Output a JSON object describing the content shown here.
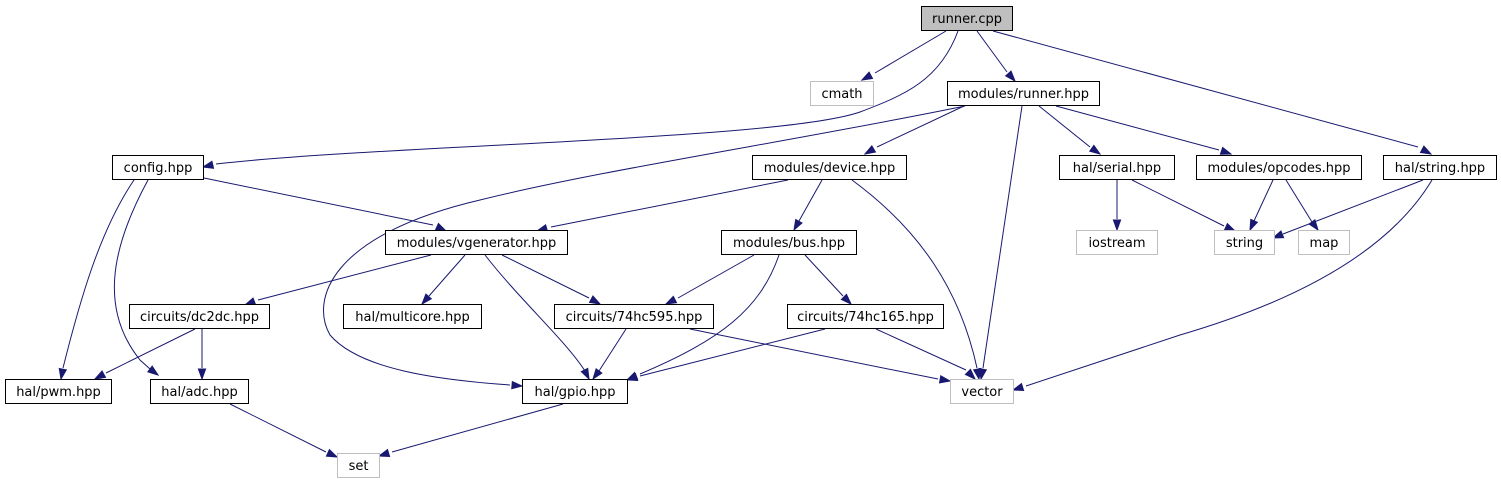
{
  "diagram": {
    "type": "include-dependency-graph",
    "colors": {
      "edge": "#191970",
      "root_fill": "#bfbfbf",
      "node_border": "#000000",
      "external_border": "#bfbfbf"
    },
    "nodes": [
      {
        "id": "runner_cpp",
        "label": "runner.cpp",
        "kind": "root"
      },
      {
        "id": "cmath",
        "label": "cmath",
        "kind": "external"
      },
      {
        "id": "modules_runner",
        "label": "modules/runner.hpp",
        "kind": "internal"
      },
      {
        "id": "config",
        "label": "config.hpp",
        "kind": "internal"
      },
      {
        "id": "modules_device",
        "label": "modules/device.hpp",
        "kind": "internal"
      },
      {
        "id": "hal_serial",
        "label": "hal/serial.hpp",
        "kind": "internal"
      },
      {
        "id": "modules_opcodes",
        "label": "modules/opcodes.hpp",
        "kind": "internal"
      },
      {
        "id": "hal_string",
        "label": "hal/string.hpp",
        "kind": "internal"
      },
      {
        "id": "modules_vgenerator",
        "label": "modules/vgenerator.hpp",
        "kind": "internal"
      },
      {
        "id": "modules_bus",
        "label": "modules/bus.hpp",
        "kind": "internal"
      },
      {
        "id": "iostream",
        "label": "iostream",
        "kind": "external"
      },
      {
        "id": "string",
        "label": "string",
        "kind": "external"
      },
      {
        "id": "map",
        "label": "map",
        "kind": "external"
      },
      {
        "id": "circuits_dc2dc",
        "label": "circuits/dc2dc.hpp",
        "kind": "internal"
      },
      {
        "id": "hal_multicore",
        "label": "hal/multicore.hpp",
        "kind": "internal"
      },
      {
        "id": "circuits_74hc595",
        "label": "circuits/74hc595.hpp",
        "kind": "internal"
      },
      {
        "id": "circuits_74hc165",
        "label": "circuits/74hc165.hpp",
        "kind": "internal"
      },
      {
        "id": "hal_pwm",
        "label": "hal/pwm.hpp",
        "kind": "internal"
      },
      {
        "id": "hal_adc",
        "label": "hal/adc.hpp",
        "kind": "internal"
      },
      {
        "id": "hal_gpio",
        "label": "hal/gpio.hpp",
        "kind": "internal"
      },
      {
        "id": "vector",
        "label": "vector",
        "kind": "external"
      },
      {
        "id": "set",
        "label": "set",
        "kind": "external"
      }
    ],
    "edges": [
      {
        "from": "runner_cpp",
        "to": "cmath"
      },
      {
        "from": "runner_cpp",
        "to": "modules_runner"
      },
      {
        "from": "runner_cpp",
        "to": "config"
      },
      {
        "from": "runner_cpp",
        "to": "hal_string"
      },
      {
        "from": "modules_runner",
        "to": "modules_device"
      },
      {
        "from": "modules_runner",
        "to": "hal_serial"
      },
      {
        "from": "modules_runner",
        "to": "modules_opcodes"
      },
      {
        "from": "modules_runner",
        "to": "vector"
      },
      {
        "from": "modules_runner",
        "to": "hal_gpio"
      },
      {
        "from": "config",
        "to": "modules_vgenerator"
      },
      {
        "from": "config",
        "to": "hal_pwm"
      },
      {
        "from": "config",
        "to": "hal_adc"
      },
      {
        "from": "modules_device",
        "to": "modules_vgenerator"
      },
      {
        "from": "modules_device",
        "to": "modules_bus"
      },
      {
        "from": "modules_device",
        "to": "vector"
      },
      {
        "from": "hal_serial",
        "to": "iostream"
      },
      {
        "from": "hal_serial",
        "to": "string"
      },
      {
        "from": "modules_opcodes",
        "to": "string"
      },
      {
        "from": "modules_opcodes",
        "to": "map"
      },
      {
        "from": "hal_string",
        "to": "string"
      },
      {
        "from": "hal_string",
        "to": "vector"
      },
      {
        "from": "modules_vgenerator",
        "to": "circuits_dc2dc"
      },
      {
        "from": "modules_vgenerator",
        "to": "hal_multicore"
      },
      {
        "from": "modules_vgenerator",
        "to": "circuits_74hc595"
      },
      {
        "from": "modules_vgenerator",
        "to": "hal_gpio"
      },
      {
        "from": "modules_bus",
        "to": "circuits_74hc595"
      },
      {
        "from": "modules_bus",
        "to": "circuits_74hc165"
      },
      {
        "from": "modules_bus",
        "to": "hal_gpio"
      },
      {
        "from": "circuits_dc2dc",
        "to": "hal_pwm"
      },
      {
        "from": "circuits_dc2dc",
        "to": "hal_adc"
      },
      {
        "from": "circuits_74hc595",
        "to": "hal_gpio"
      },
      {
        "from": "circuits_74hc595",
        "to": "vector"
      },
      {
        "from": "circuits_74hc165",
        "to": "hal_gpio"
      },
      {
        "from": "circuits_74hc165",
        "to": "vector"
      },
      {
        "from": "hal_adc",
        "to": "set"
      },
      {
        "from": "hal_gpio",
        "to": "set"
      }
    ]
  }
}
